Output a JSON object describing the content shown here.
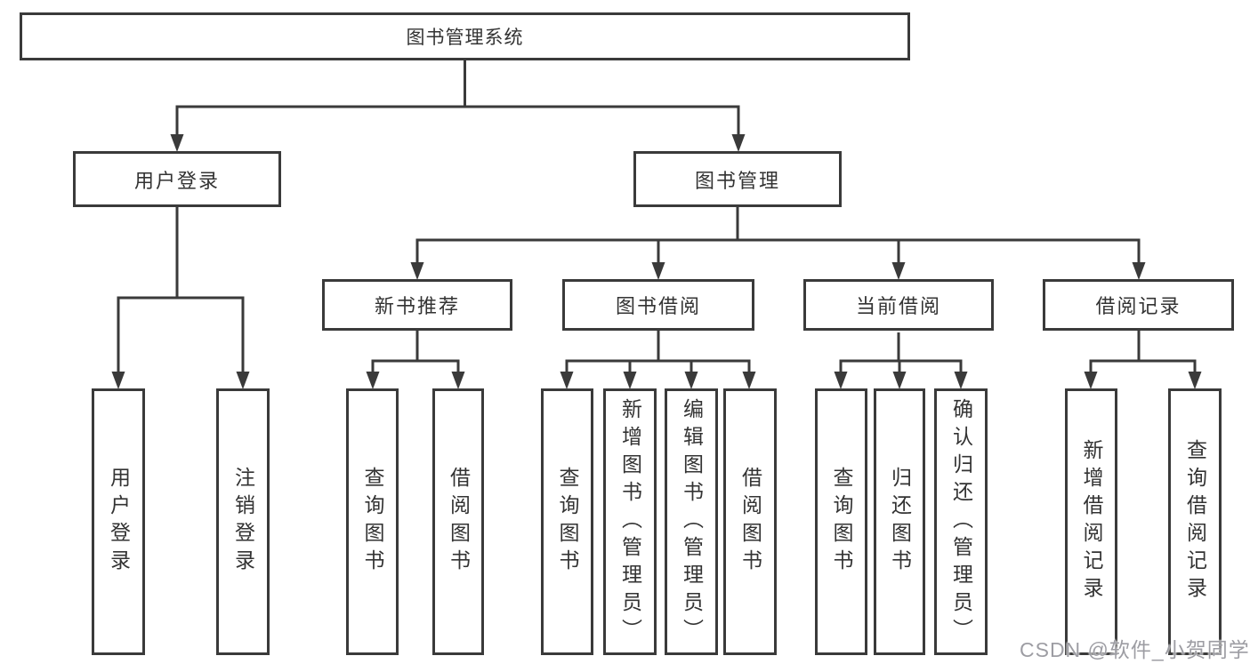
{
  "diagram": {
    "tree": {
      "label": "图书管理系统",
      "children": [
        {
          "label": "用户登录",
          "children": [
            {
              "label": "用户登录"
            },
            {
              "label": "注销登录"
            }
          ]
        },
        {
          "label": "图书管理",
          "children": [
            {
              "label": "新书推荐",
              "children": [
                {
                  "label": "查询图书"
                },
                {
                  "label": "借阅图书"
                }
              ]
            },
            {
              "label": "图书借阅",
              "children": [
                {
                  "label": "查询图书"
                },
                {
                  "label": "新增图书（管理员）"
                },
                {
                  "label": "编辑图书（管理员）"
                },
                {
                  "label": "借阅图书"
                }
              ]
            },
            {
              "label": "当前借阅",
              "children": [
                {
                  "label": "查询图书"
                },
                {
                  "label": "归还图书"
                },
                {
                  "label": "确认归还（管理员）"
                }
              ]
            },
            {
              "label": "借阅记录",
              "children": [
                {
                  "label": "新增借阅记录"
                },
                {
                  "label": "查询借阅记录"
                }
              ]
            }
          ]
        }
      ]
    }
  },
  "watermark": {
    "text": "CSDN @软件_小贺同学"
  },
  "colors": {
    "line": "#3a3a3a",
    "text": "#333333",
    "watermark": "#98989e",
    "background": "#ffffff"
  }
}
